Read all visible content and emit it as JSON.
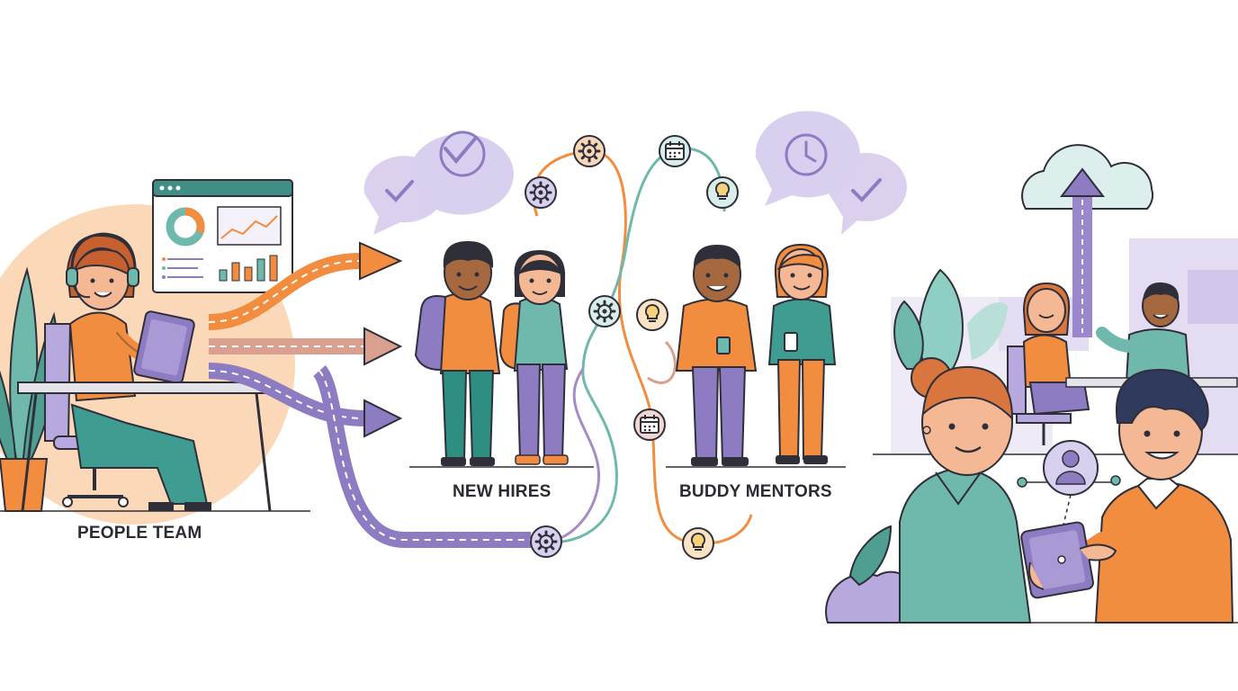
{
  "labels": {
    "people_team": "PEOPLE TEAM",
    "new_hires": "NEW HIRES",
    "buddy_mentors": "BUDDY MENTORS"
  },
  "colors": {
    "orange": "#F28C3F",
    "teal": "#6FB8AC",
    "purple": "#8E7CC3",
    "lavender": "#D9CFEE",
    "peach": "#FBD9B8",
    "rose": "#D9A090",
    "outline": "#2F2F3A",
    "skin_light": "#F4B894",
    "skin_dark": "#A5683F"
  },
  "icons": [
    "check-icon",
    "clock-icon",
    "gear-icon",
    "calendar-icon",
    "lightbulb-icon",
    "cloud-icon",
    "upload-arrow-icon",
    "user-icon"
  ]
}
